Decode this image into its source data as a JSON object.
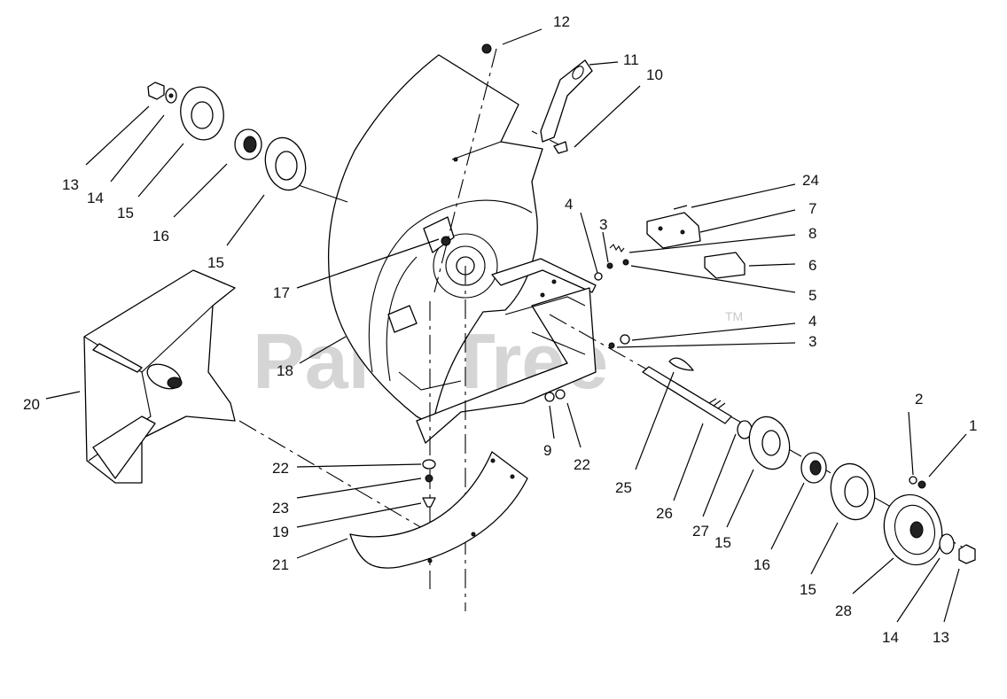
{
  "watermark": {
    "brand": "PartsTree",
    "trademark": "TM"
  },
  "callouts": [
    {
      "id": "c12a",
      "label": "12"
    },
    {
      "id": "c11",
      "label": "11"
    },
    {
      "id": "c10",
      "label": "10"
    },
    {
      "id": "c13a",
      "label": "13"
    },
    {
      "id": "c14a",
      "label": "14"
    },
    {
      "id": "c15a",
      "label": "15"
    },
    {
      "id": "c16a",
      "label": "16"
    },
    {
      "id": "c15b",
      "label": "15"
    },
    {
      "id": "c17",
      "label": "17"
    },
    {
      "id": "c18",
      "label": "18"
    },
    {
      "id": "c20",
      "label": "20"
    },
    {
      "id": "c24",
      "label": "24"
    },
    {
      "id": "c7",
      "label": "7"
    },
    {
      "id": "c8",
      "label": "8"
    },
    {
      "id": "c6",
      "label": "6"
    },
    {
      "id": "c5",
      "label": "5"
    },
    {
      "id": "c4a",
      "label": "4"
    },
    {
      "id": "c3a",
      "label": "3"
    },
    {
      "id": "c4b",
      "label": "4"
    },
    {
      "id": "c3b",
      "label": "3"
    },
    {
      "id": "c9",
      "label": "9"
    },
    {
      "id": "c22a",
      "label": "22"
    },
    {
      "id": "c22b",
      "label": "22"
    },
    {
      "id": "c23",
      "label": "23"
    },
    {
      "id": "c19",
      "label": "19"
    },
    {
      "id": "c21",
      "label": "21"
    },
    {
      "id": "c25",
      "label": "25"
    },
    {
      "id": "c26",
      "label": "26"
    },
    {
      "id": "c27",
      "label": "27"
    },
    {
      "id": "c15c",
      "label": "15"
    },
    {
      "id": "c16b",
      "label": "16"
    },
    {
      "id": "c15d",
      "label": "15"
    },
    {
      "id": "c28",
      "label": "28"
    },
    {
      "id": "c2",
      "label": "2"
    },
    {
      "id": "c1",
      "label": "1"
    },
    {
      "id": "c14b",
      "label": "14"
    },
    {
      "id": "c13b",
      "label": "13"
    }
  ]
}
